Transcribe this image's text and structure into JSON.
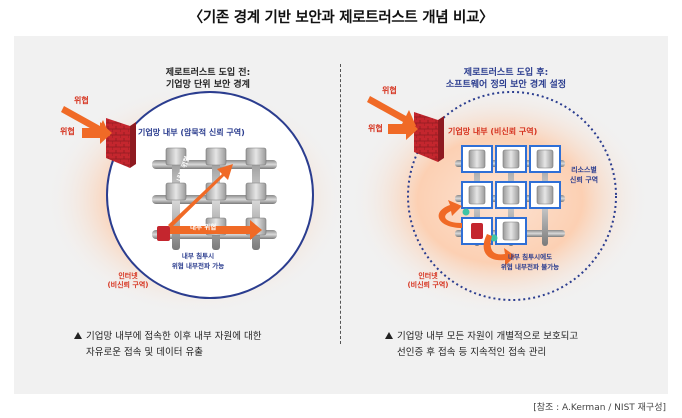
{
  "title": "〈기존 경계 기반 보안과 제로트러스트 개념 비교〉",
  "left": {
    "heading_line1": "제로트러스트 도입 전:",
    "heading_line2": "기업망 단위 보안 경계",
    "threat_top": "위협",
    "threat_mid": "위협",
    "inner_zone": "기업망 내부 (암묵적 신뢰 구역)",
    "internal_threat_diag": "내부 위협",
    "internal_threat": "내부 위협",
    "breach_line1": "내부 침투시",
    "breach_line2": "위협 내부전파 가능",
    "internet_line1": "인터넷",
    "internet_line2": "(비신뢰 구역)",
    "caption_line1": "기업망 내부에 접속한 이후 내부 자원에 대한",
    "caption_line2": "자유로운 접속 및 데이터 유출"
  },
  "right": {
    "heading_line1": "제로트러스트 도입 후:",
    "heading_line2": "소프트웨어 정의 보안 경계 설정",
    "threat_top": "위협",
    "threat_mid": "위협",
    "inner_zone": "기업망 내부 (비신뢰 구역)",
    "resource_line1": "리소스별",
    "resource_line2": "신뢰 구역",
    "breach_line1": "내부 침투시에도",
    "breach_line2": "위협 내부전파 불가능",
    "internet_line1": "인터넷",
    "internet_line2": "(비신뢰 구역)",
    "caption_line1": "기업망 내부 모든 자원이 개별적으로 보호되고",
    "caption_line2": "선인증 후 접속 등 지속적인 접속 관리"
  },
  "source": "[참조 : A.Kerman / NIST 재구성]",
  "colors": {
    "threat_orange": "#f06a26",
    "firewall_red": "#c4262e",
    "boundary_navy": "#2b3d8f",
    "zone_blue": "#2f6fd6",
    "glow": "#fcd3b8"
  }
}
